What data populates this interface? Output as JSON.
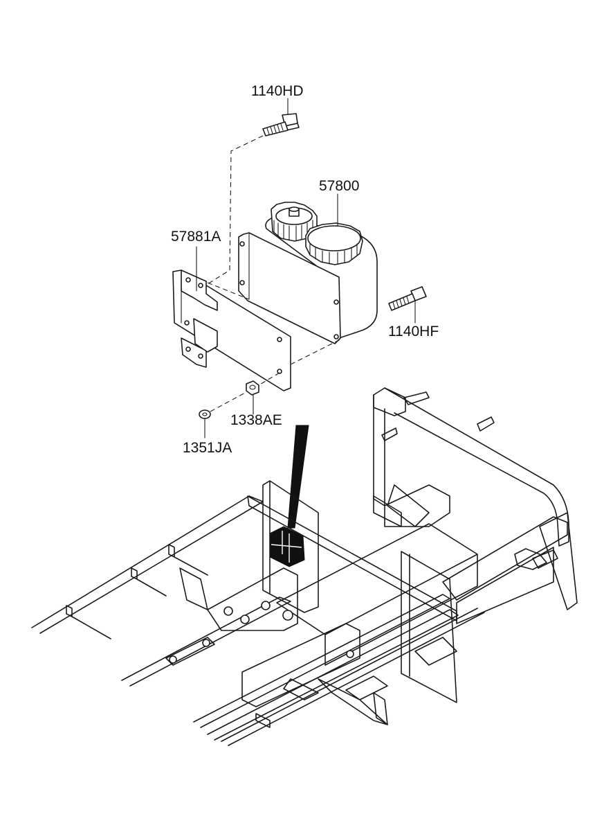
{
  "diagram": {
    "labels": {
      "bolt_top": "1140HD",
      "reservoir": "57800",
      "bracket": "57881A",
      "bolt_side": "1140HF",
      "nut": "1338AE",
      "washer": "1351JA"
    }
  }
}
